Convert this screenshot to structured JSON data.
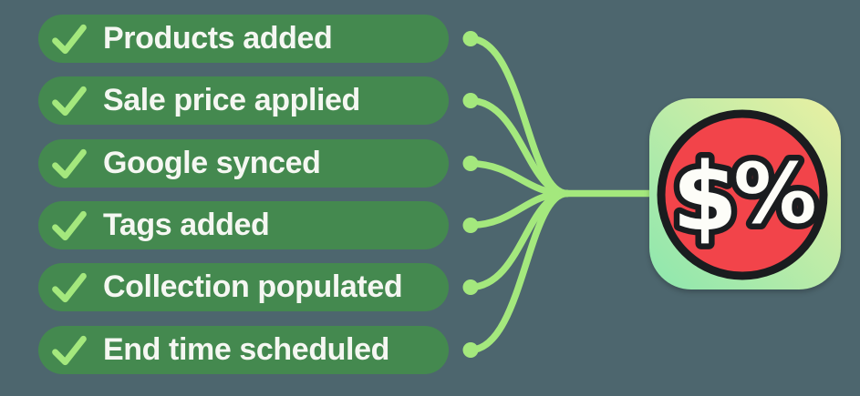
{
  "checklist": {
    "items": [
      {
        "label": "Products added"
      },
      {
        "label": "Sale price applied"
      },
      {
        "label": "Google synced"
      },
      {
        "label": "Tags added"
      },
      {
        "label": "Collection populated"
      },
      {
        "label": "End time scheduled"
      }
    ]
  },
  "icon": {
    "name": "discount-sale-badge",
    "dollar_symbol": "$",
    "percent_symbol": "%"
  },
  "colors": {
    "background": "#4d666e",
    "pill_green": "#44894f",
    "accent_green": "#a4e87d",
    "text_color": "#f5f7f2",
    "icon_gradient_start": "#8de7ae",
    "icon_gradient_end": "#eaf0a2",
    "badge_red": "#f2444a",
    "outline_black": "#1a1c1f",
    "symbol_white": "#fdfdf8"
  }
}
